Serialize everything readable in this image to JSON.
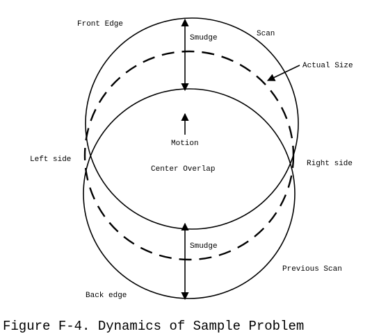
{
  "labels": {
    "front_edge": "Front Edge",
    "scan": "Scan",
    "smudge_top": "Smudge",
    "actual_size": "Actual Size",
    "motion": "Motion",
    "left_side": "Left side",
    "center_overlap": "Center Overlap",
    "right_side": "Right side",
    "smudge_bottom": "Smudge",
    "previous_scan": "Previous Scan",
    "back_edge": "Back edge"
  },
  "caption": "Figure F-4. Dynamics of Sample Problem"
}
